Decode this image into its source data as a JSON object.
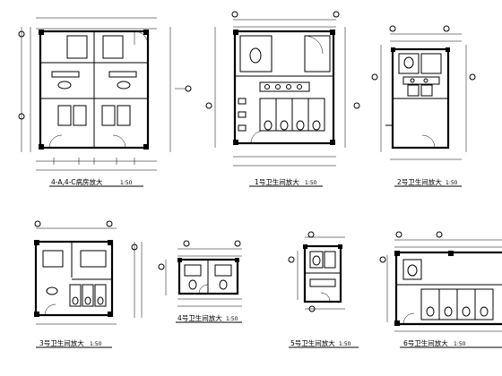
{
  "drawings": [
    {
      "id": "a",
      "caption": "4-A,4-C病房放大",
      "scale": "1:50"
    },
    {
      "id": "b",
      "caption": "1号卫生间放大",
      "scale": "1:50"
    },
    {
      "id": "c",
      "caption": "2号卫生间放大",
      "scale": "1:50"
    },
    {
      "id": "d",
      "caption": "3号卫生间放大",
      "scale": "1:50"
    },
    {
      "id": "e",
      "caption": "4号卫生间放大",
      "scale": "1:50"
    },
    {
      "id": "f",
      "caption": "5号卫生间放大",
      "scale": "1:50"
    },
    {
      "id": "g",
      "caption": "6号卫生间放大",
      "scale": "1:50"
    }
  ]
}
